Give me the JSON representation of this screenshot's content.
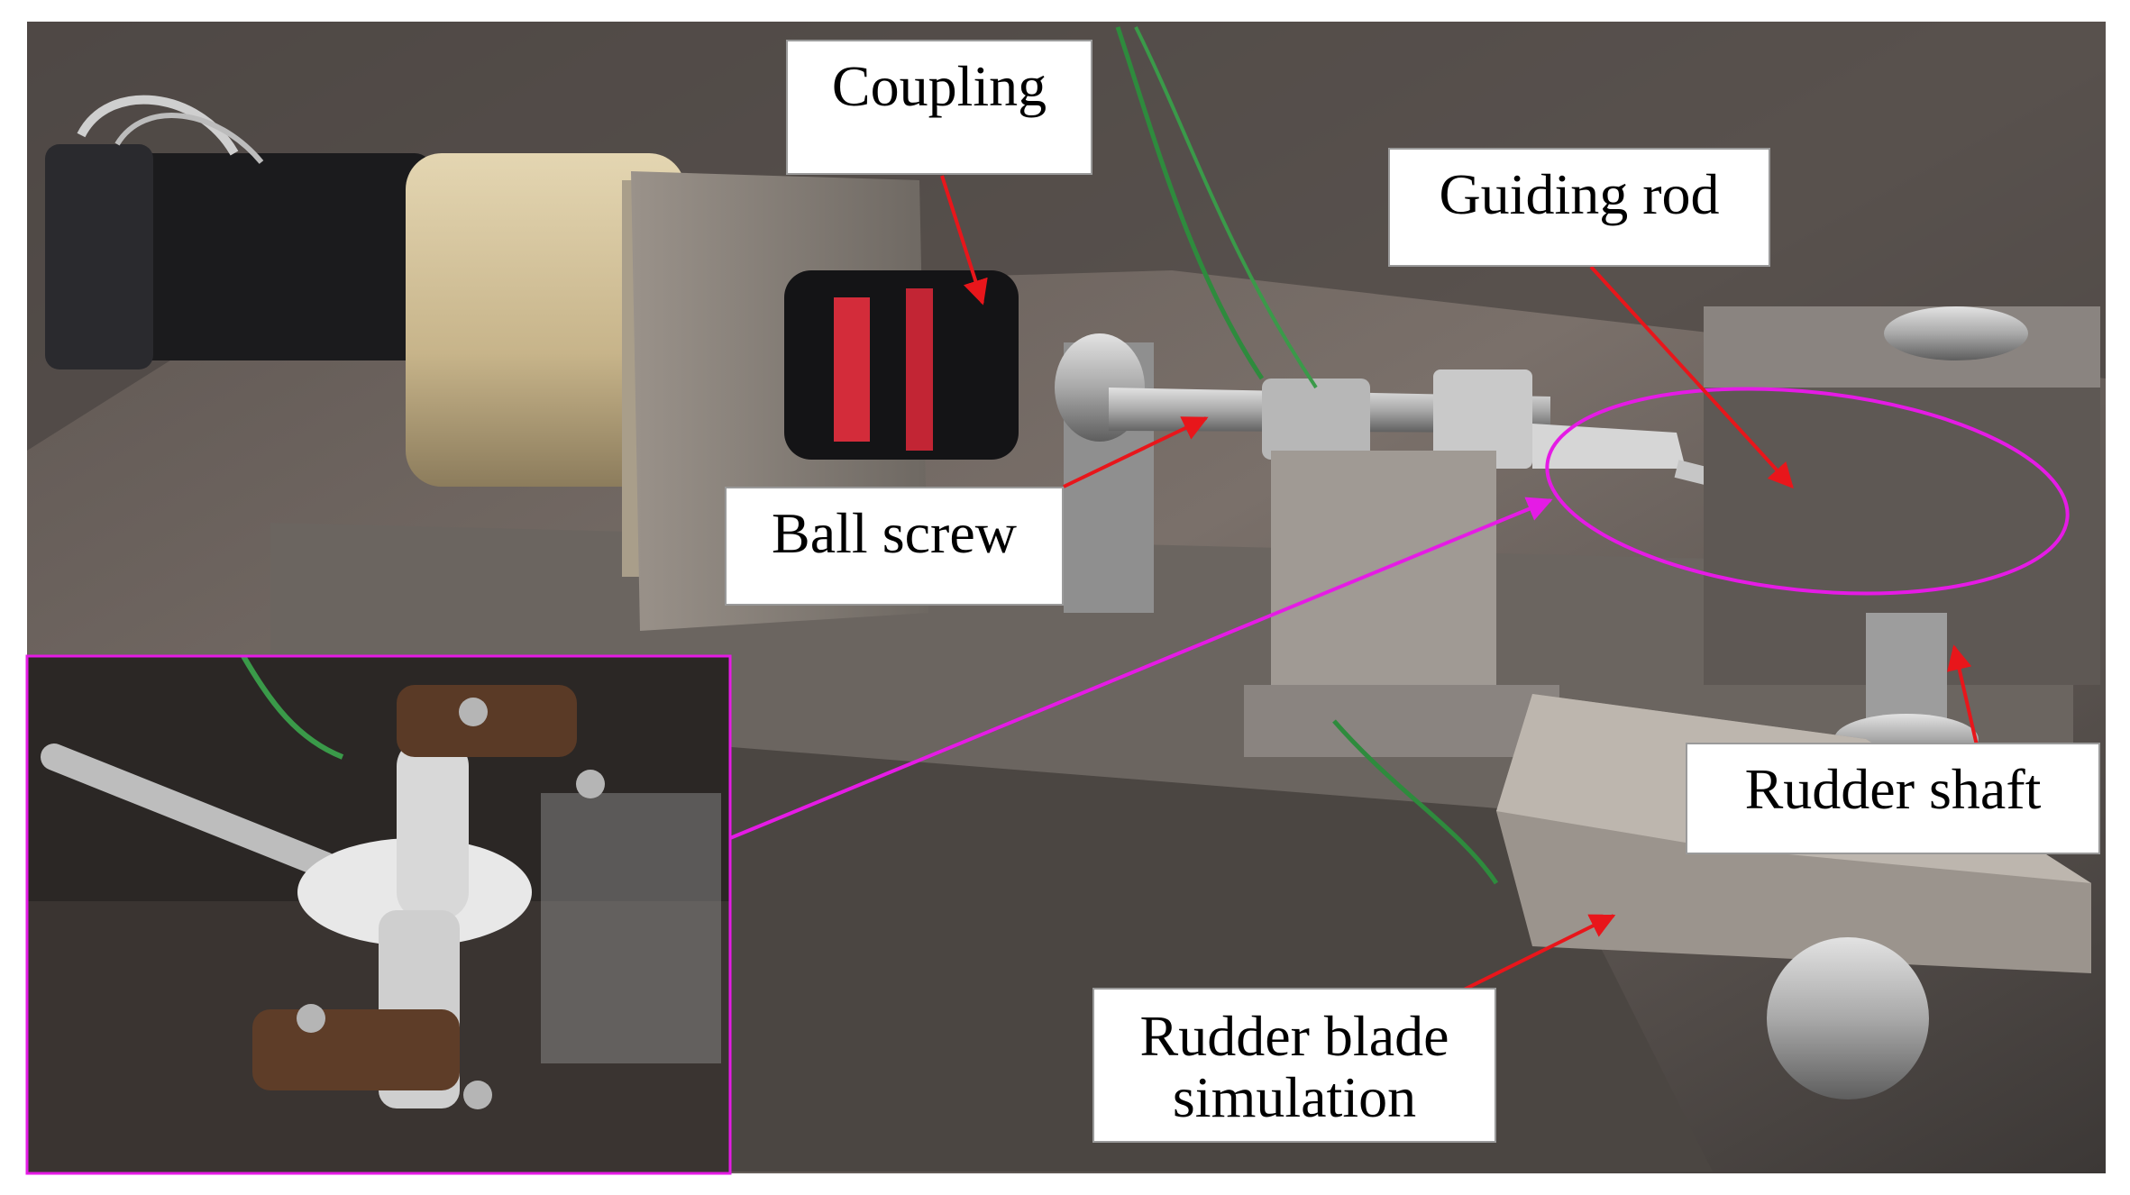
{
  "labels": {
    "coupling": "Coupling",
    "guiding_rod": "Guiding rod",
    "ball_screw": "Ball screw",
    "rudder_shaft": "Rudder shaft",
    "rudder_blade_line1": "Rudder blade",
    "rudder_blade_line2": "simulation"
  },
  "colors": {
    "arrow": "#e8161b",
    "highlight": "#e51be5",
    "background": "#ffffff"
  }
}
